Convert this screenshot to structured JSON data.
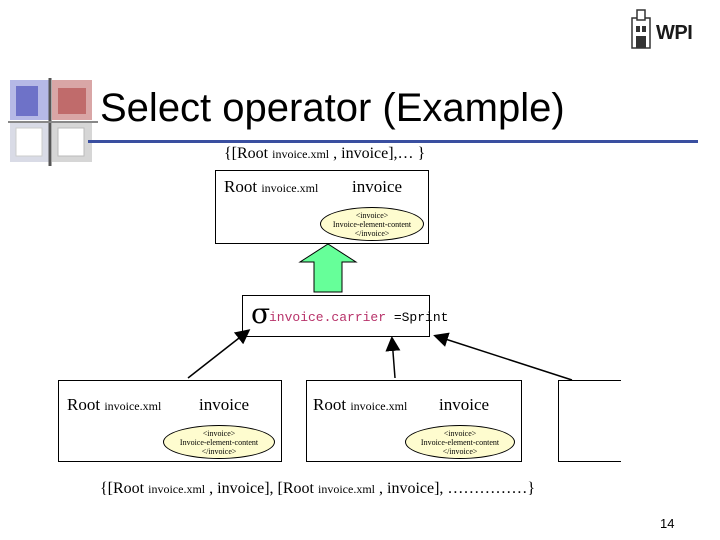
{
  "slide": {
    "title": "Select operator (Example)",
    "page_number": "14",
    "wpi_logo_text": "WPI"
  },
  "top_set": {
    "open": "{[Root ",
    "xml": "invoice.xml",
    "rest": " , invoice],… }"
  },
  "result_box": {
    "root": "Root ",
    "xml": "invoice.xml",
    "invoice": "invoice",
    "ellipse_lines": [
      "<invoice>",
      "Invoice-element-content",
      "</invoice>"
    ]
  },
  "operator": {
    "symbol": "σ",
    "attr": "invoice.carrier",
    "op": " =Sprint"
  },
  "left_box": {
    "root": "Root ",
    "xml": "invoice.xml",
    "invoice": "invoice",
    "ellipse_lines": [
      "<invoice>",
      "Invoice-element-content",
      "</invoice>"
    ]
  },
  "middle_box": {
    "root": "Root ",
    "xml": "invoice.xml",
    "invoice": "invoice",
    "ellipse_lines": [
      "<invoice>",
      "Invoice-element-content",
      "</invoice>"
    ]
  },
  "bottom_set": {
    "p1": "{[Root ",
    "xml1": "invoice.xml",
    "p2": " , invoice], [Root ",
    "xml2": "invoice.xml",
    "p3": " , invoice], ……………}"
  },
  "colors": {
    "title_rule": "#3a4fa0",
    "ellipse_fill": "#fefccf",
    "up_arrow_fill": "#66ff99"
  }
}
